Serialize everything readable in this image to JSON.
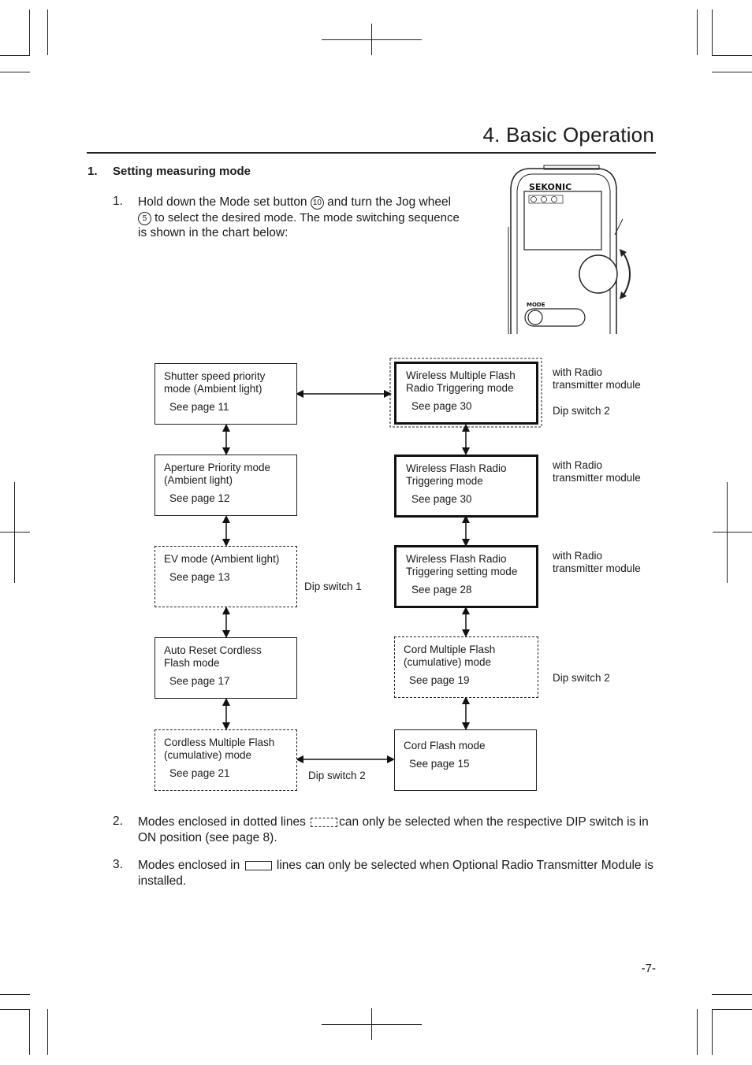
{
  "header": {
    "title": "4.  Basic Operation"
  },
  "section": {
    "number": "1.",
    "title": "Setting measuring mode"
  },
  "steps": [
    {
      "number": "1.",
      "line1a": "Hold down the Mode set button ",
      "line1b": " and turn the Jog wheel",
      "line2": " to select the desired mode. The mode switching sequence",
      "line3": "is shown in the chart below:",
      "circled_ref_1": "10",
      "circled_ref_2": "5"
    },
    {
      "number": "2.",
      "text_a": "Modes enclosed in dotted lines ",
      "text_b": "can only be selected when the respective DIP switch is in",
      "text_c": "ON position (see page 8)."
    },
    {
      "number": "3.",
      "text_a": "Modes enclosed in ",
      "text_b": " lines can only be selected when Optional Radio Transmitter Module is",
      "text_c": "installed."
    }
  ],
  "device": {
    "brand": "SEKONIC",
    "mode_label": "MODE",
    "icons": [
      "camera-mode-icon",
      "flash-mode-icon",
      "cordless-flash-icon"
    ]
  },
  "flowchart": {
    "left": [
      {
        "line1": "Shutter speed priority",
        "line2": "mode (Ambient light)",
        "page": "See page 11"
      },
      {
        "line1": "Aperture Priority mode",
        "line2": "(Ambient light)",
        "page": "See page 12"
      },
      {
        "line1": "EV mode (Ambient light)",
        "line2": "",
        "page": "See page 13"
      },
      {
        "line1": "Auto Reset Cordless",
        "line2": "Flash mode",
        "page": "See page 17"
      },
      {
        "line1": "Cordless Multiple Flash",
        "line2": "(cumulative) mode",
        "page": "See page 21"
      }
    ],
    "right": [
      {
        "line1": "Wireless Multiple Flash",
        "line2": "Radio Triggering mode",
        "page": "See page 30"
      },
      {
        "line1": "Wireless Flash Radio",
        "line2": "Triggering mode",
        "page": "See page 30"
      },
      {
        "line1": "Wireless Flash Radio",
        "line2": "Triggering setting mode",
        "page": "See page 28"
      },
      {
        "line1": "Cord Multiple Flash",
        "line2": "(cumulative) mode",
        "page": "See page 19"
      },
      {
        "line1": "Cord Flash mode",
        "line2": "",
        "page": "See page 15"
      }
    ],
    "notes": {
      "radio1_a": "with Radio",
      "radio1_b": "transmitter module",
      "dip_top": "Dip switch 2",
      "radio2_a": "with Radio",
      "radio2_b": "transmitter module",
      "radio3_a": "with Radio",
      "radio3_b": "transmitter module",
      "dip_ev": "Dip switch 1",
      "dip_cord": "Dip switch 2",
      "dip_bottom": "Dip switch 2"
    }
  },
  "footer": {
    "page_number": "-7-"
  }
}
